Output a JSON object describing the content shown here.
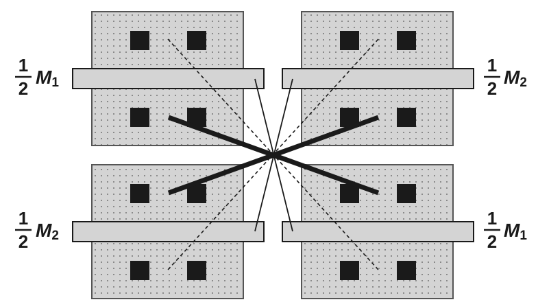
{
  "colors": {
    "active": "#d4d4d4",
    "dot": "#8a8a8a",
    "outline": "#555555",
    "gate": "#d4d4d4",
    "contact": "#1a1a1a",
    "wire": "#1a1a1a"
  },
  "labels": {
    "top_left": {
      "num": "1",
      "den": "2",
      "name": "M",
      "sub": "1"
    },
    "top_right": {
      "num": "1",
      "den": "2",
      "name": "M",
      "sub": "2"
    },
    "bottom_left": {
      "num": "1",
      "den": "2",
      "name": "M",
      "sub": "2"
    },
    "bottom_right": {
      "num": "1",
      "den": "2",
      "name": "M",
      "sub": "1"
    }
  }
}
